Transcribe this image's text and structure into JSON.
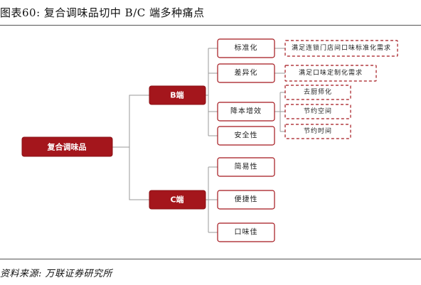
{
  "title": "图表60:  复合调味品切中 B/C 端多种痛点",
  "source": "资料来源:  万联证券研究所",
  "colors": {
    "accent": "#a4161c",
    "connector": "#9a9a9a"
  },
  "diagram": {
    "root": "复合调味品",
    "b_side": {
      "label": "B端",
      "children": [
        {
          "label": "标准化",
          "notes": [
            "满足连锁门店间口味标准化需求"
          ]
        },
        {
          "label": "差异化",
          "notes": [
            "满足口味定制化需求"
          ]
        },
        {
          "label": "降本增效",
          "notes": [
            "去厨师化",
            "节约空间",
            "节约时间"
          ]
        },
        {
          "label": "安全性",
          "notes": []
        }
      ]
    },
    "c_side": {
      "label": "C端",
      "children": [
        {
          "label": "简易性"
        },
        {
          "label": "便捷性"
        },
        {
          "label": "口味佳"
        }
      ]
    }
  }
}
